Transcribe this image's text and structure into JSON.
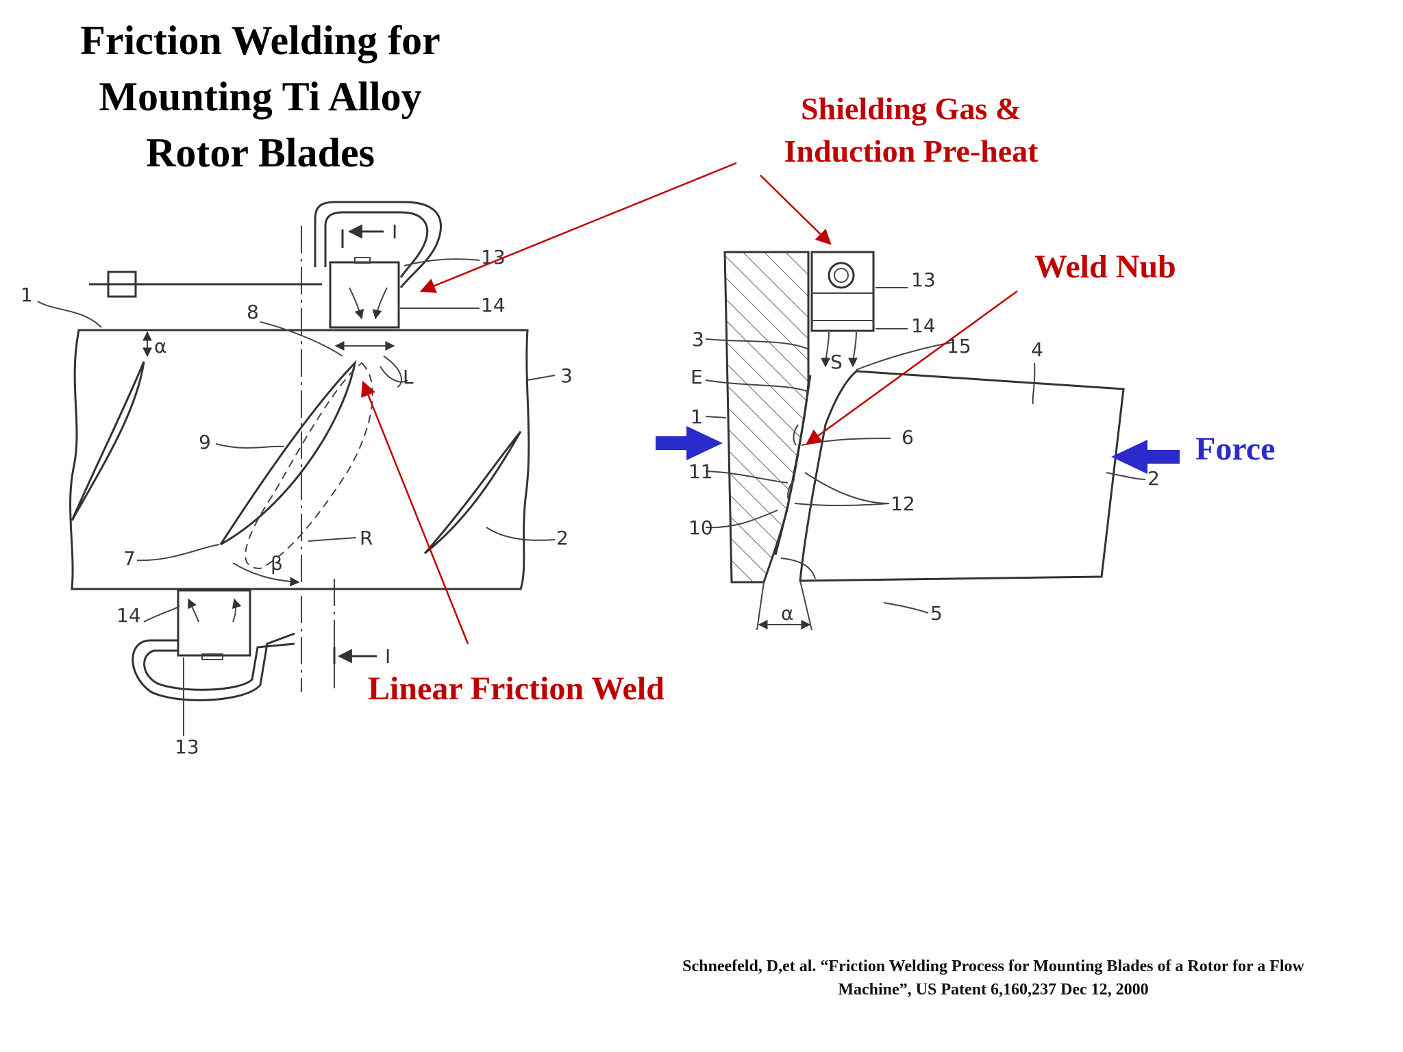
{
  "title": {
    "line1": "Friction Welding for",
    "line2": "Mounting Ti Alloy",
    "line3": "Rotor Blades"
  },
  "callouts": {
    "shielding_line1": "Shielding Gas &",
    "shielding_line2": "Induction Pre-heat",
    "weld_nub": "Weld Nub",
    "linear_friction_weld": "Linear Friction Weld",
    "force": "Force"
  },
  "colors": {
    "callout_red": "#c00000",
    "force_blue": "#2b2bcc",
    "drawing_gray": "#333333"
  },
  "left_figure_labels": {
    "ref_1": "1",
    "ref_a": "α",
    "ref_8": "8",
    "ref_L": "L",
    "ref_3": "3",
    "ref_9": "9",
    "ref_7": "7",
    "ref_beta": "β",
    "ref_R": "R",
    "ref_2": "2",
    "ref_13_top": "13",
    "ref_14_top": "14",
    "ref_I_top": "I",
    "ref_14_bottom": "14",
    "ref_13_bottom": "13",
    "ref_I_bottom": "I"
  },
  "right_figure_labels": {
    "ref_13": "13",
    "ref_14": "14",
    "ref_3": "3",
    "ref_S": "S",
    "ref_15": "15",
    "ref_4": "4",
    "ref_E": "E",
    "ref_1": "1",
    "ref_6": "6",
    "ref_11": "11",
    "ref_12": "12",
    "ref_2": "2",
    "ref_10": "10",
    "ref_alpha": "α",
    "ref_5": "5"
  },
  "citation": {
    "line1": "Schneefeld, D,et al. “Friction Welding Process for Mounting Blades of a Rotor for a Flow",
    "line2": "Machine”, US Patent 6,160,237  Dec 12, 2000"
  }
}
